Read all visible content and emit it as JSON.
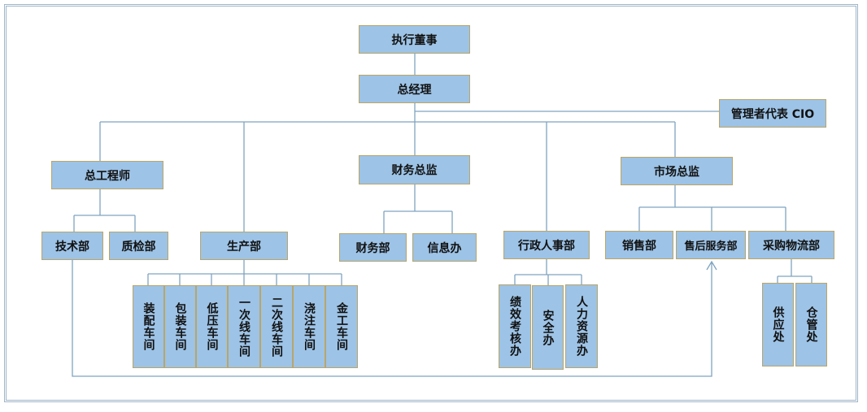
{
  "level1": {
    "executive": "执行董事",
    "gm": "总经理",
    "cio": "管理者代表 CIO"
  },
  "level2": {
    "chief_engineer": "总工程师",
    "cfo": "财务总监",
    "marketing": "市场总监"
  },
  "departments": {
    "tech": "技术部",
    "qc": "质检部",
    "production": "生产部",
    "finance": "财务部",
    "info": "信息办",
    "admin_hr": "行政人事部",
    "sales": "销售部",
    "after_sales": "售后服务部",
    "purchasing": "采购物流部"
  },
  "workshops": [
    "装配车间",
    "包装车间",
    "低压车间",
    "一次线车间",
    "二次线车间",
    "浇注车间",
    "金工车间"
  ],
  "hr_offices": [
    "绩效考核办",
    "安全办",
    "人力资源办"
  ],
  "logistics_offices": [
    "供应处",
    "仓管处"
  ],
  "colors": {
    "box_fill": "#9dc3e6",
    "box_border": "#b9a56a",
    "line": "#7fa3c0"
  }
}
